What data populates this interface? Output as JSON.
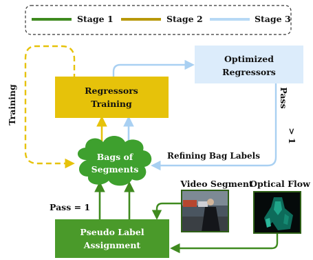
{
  "legend": {
    "items": [
      {
        "label": "Stage 1",
        "color": "#3f8a1f"
      },
      {
        "label": "Stage 2",
        "color": "#b8980a"
      },
      {
        "label": "Stage 3",
        "color": "#b7d9f5"
      }
    ]
  },
  "nodes": {
    "regressors_training": {
      "line1": "Regressors",
      "line2": "Training",
      "color": "#e6c20a"
    },
    "optimized_regressors": {
      "line1": "Optimized",
      "line2": "Regressors",
      "color": "#dcecfb"
    },
    "bags_of_segments": {
      "line1": "Bags of",
      "line2": "Segments",
      "color": "#3ea02e"
    },
    "pseudo_label_assignment": {
      "line1": "Pseudo Label",
      "line2": "Assignment",
      "color": "#4a9a2a"
    },
    "video_segment": {
      "label": "Video Segment",
      "icon": "video-frame-thumbnail"
    },
    "optical_flow": {
      "label": "Optical Flow",
      "icon": "optical-flow-thumbnail"
    }
  },
  "edges": {
    "training": "Training",
    "pass_1": "Pass = 1",
    "pass_gt_1_line1": "Pass",
    "pass_gt_1_line2": "> 1",
    "refining_bag_labels": "Refining Bag Labels"
  }
}
